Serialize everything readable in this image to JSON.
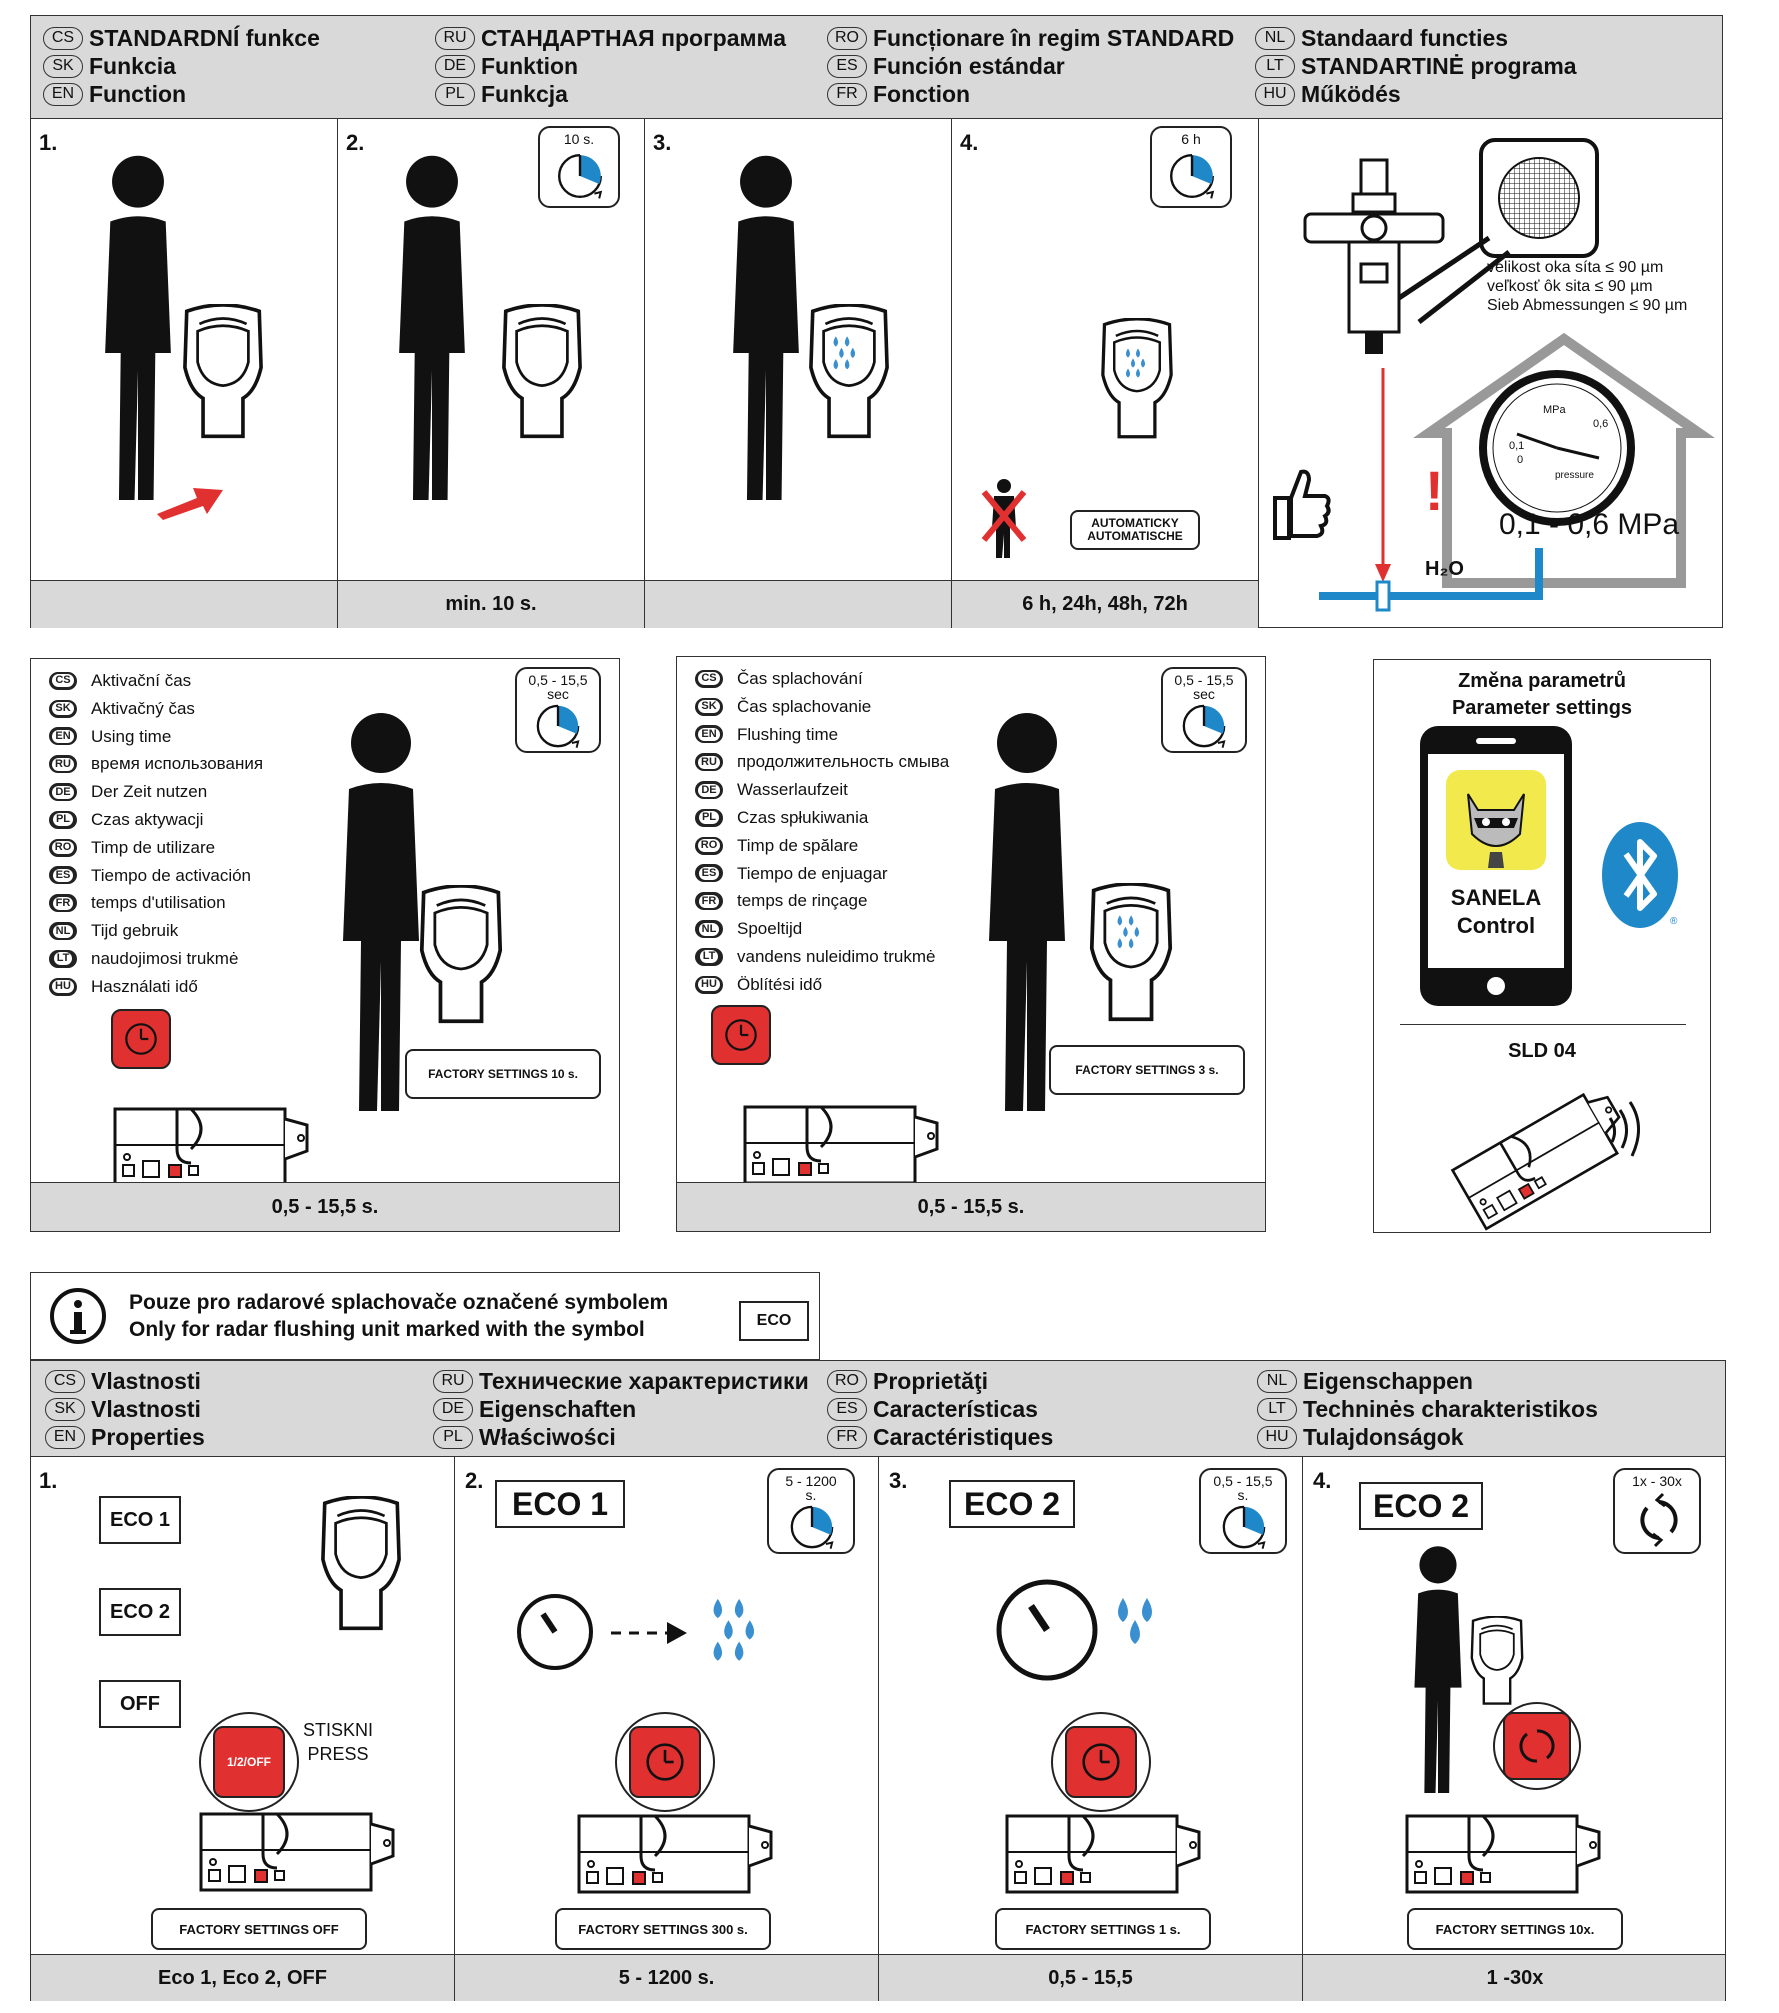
{
  "colors": {
    "header_bg": "#d9d9d9",
    "accent_blue": "#1e88c8",
    "accent_red": "#e03030",
    "ink": "#111111"
  },
  "section1": {
    "header": [
      [
        {
          "code": "CS",
          "text": "STANDARDNÍ funkce"
        },
        {
          "code": "SK",
          "text": "Funkcia"
        },
        {
          "code": "EN",
          "text": "Function"
        }
      ],
      [
        {
          "code": "RU",
          "text": "СТАНДАРТНАЯ программа"
        },
        {
          "code": "DE",
          "text": "Funktion"
        },
        {
          "code": "PL",
          "text": "Funkcja"
        }
      ],
      [
        {
          "code": "RO",
          "text": "Funcționare în regim STANDARD"
        },
        {
          "code": "ES",
          "text": "Función estándar"
        },
        {
          "code": "FR",
          "text": "Fonction"
        }
      ],
      [
        {
          "code": "NL",
          "text": "Standaard functies"
        },
        {
          "code": "LT",
          "text": "STANDARTINĖ programa"
        },
        {
          "code": "HU",
          "text": "Működés"
        }
      ]
    ],
    "steps": [
      "1.",
      "2.",
      "3.",
      "4."
    ],
    "timer2": "10 s.",
    "timer4": "6 h",
    "auto_text": [
      "AUTOMATICKY",
      "AUTOMATISCHE"
    ],
    "footers": [
      "",
      "min. 10 s.",
      "",
      "6 h, 24h, 48h, 72h"
    ],
    "filter_text": [
      "velikost oka síta ≤ 90 µm",
      "veľkosť ôk sita ≤ 90 µm",
      "Sieb Abmessungen ≤ 90 µm"
    ],
    "gauge": {
      "unit": "MPa",
      "marks": [
        "0,6",
        "0,1",
        "0"
      ],
      "caption": "pressure",
      "range": "0,1 - 0,6 MPa"
    },
    "h2o": "H₂O",
    "warning": "!"
  },
  "section2": {
    "left": {
      "timer": [
        "0,5 - 15,5",
        "sec"
      ],
      "langs": [
        {
          "code": "CS",
          "text": "Aktivační čas"
        },
        {
          "code": "SK",
          "text": "Aktivačný čas"
        },
        {
          "code": "EN",
          "text": "Using time"
        },
        {
          "code": "RU",
          "text": "время использования"
        },
        {
          "code": "DE",
          "text": "Der Zeit nutzen"
        },
        {
          "code": "PL",
          "text": "Czas aktywacji"
        },
        {
          "code": "RO",
          "text": "Timp de utilizare"
        },
        {
          "code": "ES",
          "text": "Tiempo de activación"
        },
        {
          "code": "FR",
          "text": "temps d'utilisation"
        },
        {
          "code": "NL",
          "text": "Tijd gebruik"
        },
        {
          "code": "LT",
          "text": "naudojimosi trukmė"
        },
        {
          "code": "HU",
          "text": "Használati idő"
        }
      ],
      "factory": "FACTORY SETTINGS 10 s.",
      "footer": "0,5 - 15,5 s."
    },
    "middle": {
      "timer": [
        "0,5 - 15,5",
        "sec"
      ],
      "langs": [
        {
          "code": "CS",
          "text": "Čas splachování"
        },
        {
          "code": "SK",
          "text": "Čas splachovanie"
        },
        {
          "code": "EN",
          "text": "Flushing time"
        },
        {
          "code": "RU",
          "text": "продолжительность смыва"
        },
        {
          "code": "DE",
          "text": "Wasserlaufzeit"
        },
        {
          "code": "PL",
          "text": "Czas spłukiwania"
        },
        {
          "code": "RO",
          "text": "Timp de spălare"
        },
        {
          "code": "ES",
          "text": "Tiempo de enjuagar"
        },
        {
          "code": "FR",
          "text": "temps de rinçage"
        },
        {
          "code": "NL",
          "text": "Spoeltijd"
        },
        {
          "code": "LT",
          "text": "vandens nuleidimo trukmė"
        },
        {
          "code": "HU",
          "text": "Öblítési idő"
        }
      ],
      "factory": "FACTORY SETTINGS 3 s.",
      "footer": "0,5 - 15,5 s."
    },
    "right": {
      "title": [
        "Změna parametrů",
        "Parameter settings"
      ],
      "app_name": [
        "SANELA",
        "Control"
      ],
      "registered": "®",
      "device": "SLD 04"
    }
  },
  "section3": {
    "notice": [
      "Pouze pro radarové splachovače označené symbolem",
      "Only for radar flushing unit marked with the symbol"
    ],
    "notice_badge": "ECO",
    "header": [
      [
        {
          "code": "CS",
          "text": "Vlastnosti"
        },
        {
          "code": "SK",
          "text": "Vlastnosti"
        },
        {
          "code": "EN",
          "text": "Properties"
        }
      ],
      [
        {
          "code": "RU",
          "text": "Технические характеристики"
        },
        {
          "code": "DE",
          "text": "Eigenschaften"
        },
        {
          "code": "PL",
          "text": "Właściwości"
        }
      ],
      [
        {
          "code": "RO",
          "text": "Proprietăţi"
        },
        {
          "code": "ES",
          "text": "Características"
        },
        {
          "code": "FR",
          "text": "Caractéristiques"
        }
      ],
      [
        {
          "code": "NL",
          "text": "Eigenschappen"
        },
        {
          "code": "LT",
          "text": "Techninės charakteristikos"
        },
        {
          "code": "HU",
          "text": "Tulajdonságok"
        }
      ]
    ],
    "steps": [
      "1.",
      "2.",
      "3.",
      "4."
    ],
    "panel1": {
      "modes": [
        "ECO 1",
        "ECO 2",
        "OFF"
      ],
      "button": "1/2/OFF",
      "press": [
        "STISKNI",
        "PRESS"
      ],
      "factory": "FACTORY SETTINGS OFF"
    },
    "panel2": {
      "title": "ECO 1",
      "timer": [
        "5 - 1200",
        "s."
      ],
      "factory": "FACTORY SETTINGS 300 s."
    },
    "panel3": {
      "title": "ECO 2",
      "timer": [
        "0,5 - 15,5",
        "s."
      ],
      "factory": "FACTORY SETTINGS 1 s."
    },
    "panel4": {
      "title": "ECO 2",
      "timer": [
        "1x - 30x"
      ],
      "factory": "FACTORY SETTINGS 10x."
    },
    "footers": [
      "Eco 1, Eco 2, OFF",
      "5 - 1200 s.",
      "0,5 - 15,5",
      "1 -30x"
    ]
  }
}
